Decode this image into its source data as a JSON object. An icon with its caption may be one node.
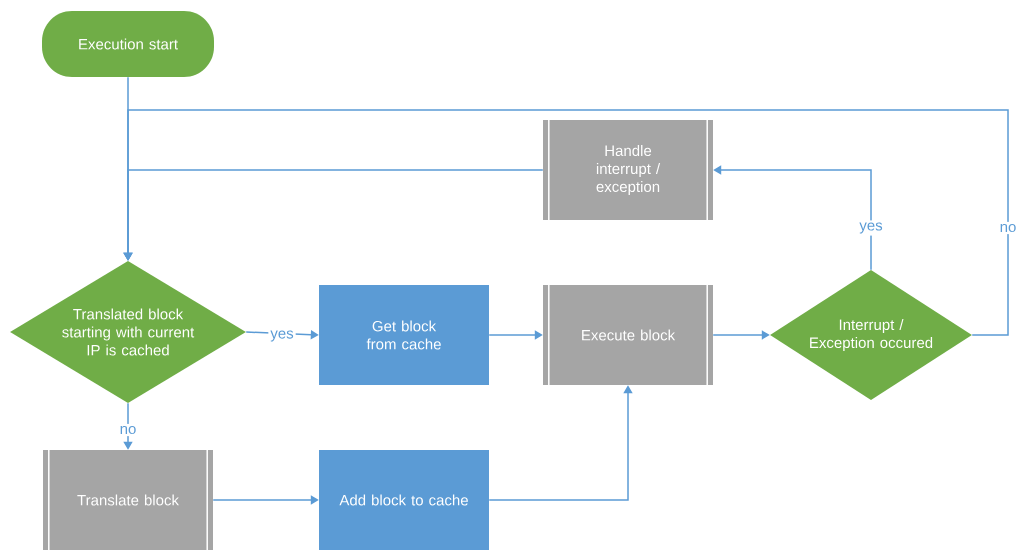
{
  "diagram": {
    "nodes": [
      {
        "text": [
          "Execution start"
        ]
      },
      {
        "text": [
          "Handle interrupt / exception"
        ]
      },
      {
        "text": [
          "Translated block starting with current IP is cached"
        ]
      },
      {
        "text": [
          "Get block from cache"
        ]
      },
      {
        "text": [
          "Execute block"
        ]
      },
      {
        "text": [
          "Interrupt / Exception occured"
        ]
      },
      {
        "text": [
          "Translate block"
        ]
      },
      {
        "text": [
          "Add block to cache"
        ]
      }
    ],
    "edges": [
      {
        "from": 0,
        "to": 2,
        "arrow": "to"
      },
      {
        "from": 2,
        "to": 3,
        "arrow": "to",
        "label": "yes"
      },
      {
        "from": 3,
        "to": 4,
        "arrow": "to"
      },
      {
        "from": 4,
        "to": 5,
        "arrow": "to"
      },
      {
        "from": 5,
        "to": 1,
        "arrow": "to",
        "label": "yes"
      },
      {
        "from": 5,
        "to": 2,
        "arrow": "to",
        "label": "no"
      },
      {
        "from": 1,
        "to": 2,
        "arrow": "to"
      },
      {
        "from": 2,
        "to": 6,
        "arrow": "to",
        "label": "no"
      },
      {
        "from": 6,
        "to": 7,
        "arrow": "to"
      },
      {
        "from": 7,
        "to": 4,
        "arrow": "to"
      }
    ]
  }
}
